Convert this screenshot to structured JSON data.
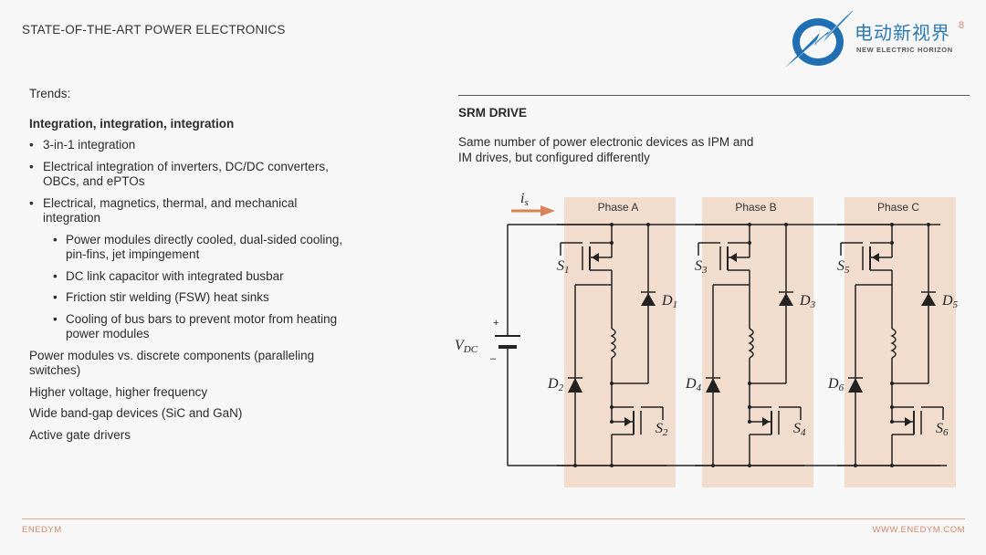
{
  "header": {
    "title": "STATE-OF-THE-ART POWER ELECTRONICS",
    "page_number": "8"
  },
  "logo": {
    "cn": "电动新视界",
    "en": "NEW ELECTRIC HORIZON"
  },
  "left": {
    "trends": "Trends:",
    "heading": "Integration, integration, integration",
    "items": [
      "3-in-1 integration",
      "Electrical integration of inverters, DC/DC converters, OBCs, and ePTOs",
      "Electrical, magnetics, thermal, and mechanical integration"
    ],
    "subitems": [
      "Power modules directly cooled, dual-sided cooling, pin-fins, jet impingement",
      "DC link capacitor with integrated busbar",
      "Friction stir welding (FSW) heat sinks",
      "Cooling of bus bars to prevent motor from heating power modules"
    ],
    "plain": [
      "Power modules vs. discrete components (paralleling switches)",
      "Higher voltage, higher frequency",
      "Wide band-gap devices (SiC and GaN)",
      "Active gate drivers"
    ]
  },
  "right": {
    "title": "SRM DRIVE",
    "description": "Same number of power electronic devices as IPM and IM drives, but configured differently"
  },
  "circuit": {
    "current_label": "i",
    "current_sub": "s",
    "vdc": "V",
    "vdc_sub": "DC",
    "plus": "+",
    "minus": "–",
    "phases": [
      {
        "name": "Phase A",
        "s_top": "1",
        "d_top": "1",
        "d_bot": "2",
        "s_bot": "2"
      },
      {
        "name": "Phase B",
        "s_top": "3",
        "d_top": "3",
        "d_bot": "4",
        "s_bot": "4"
      },
      {
        "name": "Phase C",
        "s_top": "5",
        "d_top": "5",
        "d_bot": "6",
        "s_bot": "6"
      }
    ],
    "S": "S",
    "D": "D",
    "accent_color": "#f2dccd"
  },
  "footer": {
    "left": "ENEDYM",
    "right": "WWW.ENEDYM.COM"
  }
}
